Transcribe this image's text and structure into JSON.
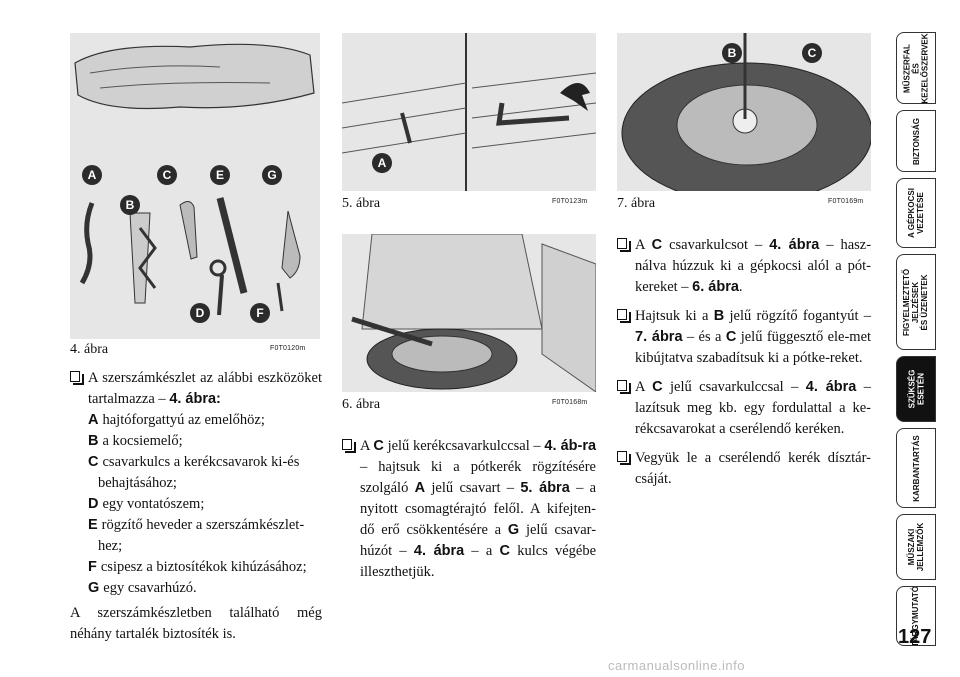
{
  "figures": [
    {
      "caption": "4. ábra",
      "code": "F0T0120m"
    },
    {
      "caption": "5. ábra",
      "code": "F0T0123m"
    },
    {
      "caption": "6. ábra",
      "code": "F0T0168m"
    },
    {
      "caption": "7. ábra",
      "code": "F0T0169m"
    }
  ],
  "fig_labels": {
    "a": "A",
    "b": "B",
    "c": "C",
    "d": "D",
    "e": "E",
    "f": "F",
    "g": "G"
  },
  "col1": {
    "intro_pre": "A szerszámkészlet az alábbi eszközöket tartalmazza –",
    "intro_ref": "4. ábra:",
    "items": [
      {
        "k": "A",
        "t": "hajtóforgattyú az emelőhöz;"
      },
      {
        "k": "B",
        "t": "a kocsiemelő;"
      },
      {
        "k": "C",
        "t": "csavarkulcs a kerékcsavarok ki-és behajtásához;"
      },
      {
        "k": "D",
        "t": "egy vontatószem;"
      },
      {
        "k": "E",
        "t": "rögzítő heveder a szerszámkészlet-hez;"
      },
      {
        "k": "F",
        "t": "csipesz a biztosítékok kihúzásához;"
      },
      {
        "k": "G",
        "t": "egy csavarhúzó."
      }
    ],
    "closing": "A szerszámkészletben található még néhány tartalék biztosíték is."
  },
  "col2": {
    "p1": "A",
    "p1k": "C",
    "p2": "jelű kerékcsavarkulccsal –",
    "p2r": "4. áb-ra",
    "p3": "– hajtsuk ki a pótkerék rögzítésére szolgáló",
    "p3k": "A",
    "p4": "jelű csavart –",
    "p4r": "5. ábra",
    "p5": "– a nyitott csomagtérajtó felől. A kifejten-dő erő csökkentésére a",
    "p5k": "G",
    "p6": "jelű csavar-húzót –",
    "p6r": "4. ábra",
    "p7": "– a",
    "p7k": "C",
    "p8": "kulcs végébe illeszthetjük."
  },
  "col3": {
    "b1": {
      "a": "A",
      "k": "C",
      "b": "csavarkulcsot –",
      "r": "4. ábra",
      "c": "– hasz-nálva húzzuk ki a gépkocsi alól a pót-kereket –",
      "r2": "6. ábra",
      "d": "."
    },
    "b2": {
      "a": "Hajtsuk ki a",
      "k": "B",
      "b": "jelű rögzítő fogantyút –",
      "r": "7. ábra",
      "c": "– és a",
      "k2": "C",
      "d": "jelű függesztő ele-met kibújtatva szabadítsuk ki a pótke-reket."
    },
    "b3": {
      "a": "A",
      "k": "C",
      "b": "jelű csavarkulccsal –",
      "r": "4. ábra",
      "c": "– lazítsuk meg kb. egy fordulattal a ke-rékcsavarokat a cserélendő keréken."
    },
    "b4": {
      "a": "Vegyük le a cserélendő kerék dísztár-csáját."
    }
  },
  "tabs": [
    {
      "label": "MŰSZERFAL\nÉS\nKEZELŐSZERVEK",
      "active": false
    },
    {
      "label": "BIZTONSÁG",
      "active": false
    },
    {
      "label": "A GÉPKOCSI\nVEZETÉSE",
      "active": false
    },
    {
      "label": "FIGYELMEZTETŐ\nJELZÉSEK\nÉS ÜZENETEK",
      "active": false
    },
    {
      "label": "SZÜKSÉG\nESETÉN",
      "active": true
    },
    {
      "label": "KARBANTARTÁS",
      "active": false
    },
    {
      "label": "MŰSZAKI\nJELLEMZŐK",
      "active": false
    },
    {
      "label": "TÁRGYMUTATÓ",
      "active": false
    }
  ],
  "page_number": "127",
  "watermark": "carmanualsonline.info",
  "colors": {
    "figure_bg": "#e6e6e6",
    "active_tab": "#111111",
    "label_circle": "#2b2b2b"
  }
}
